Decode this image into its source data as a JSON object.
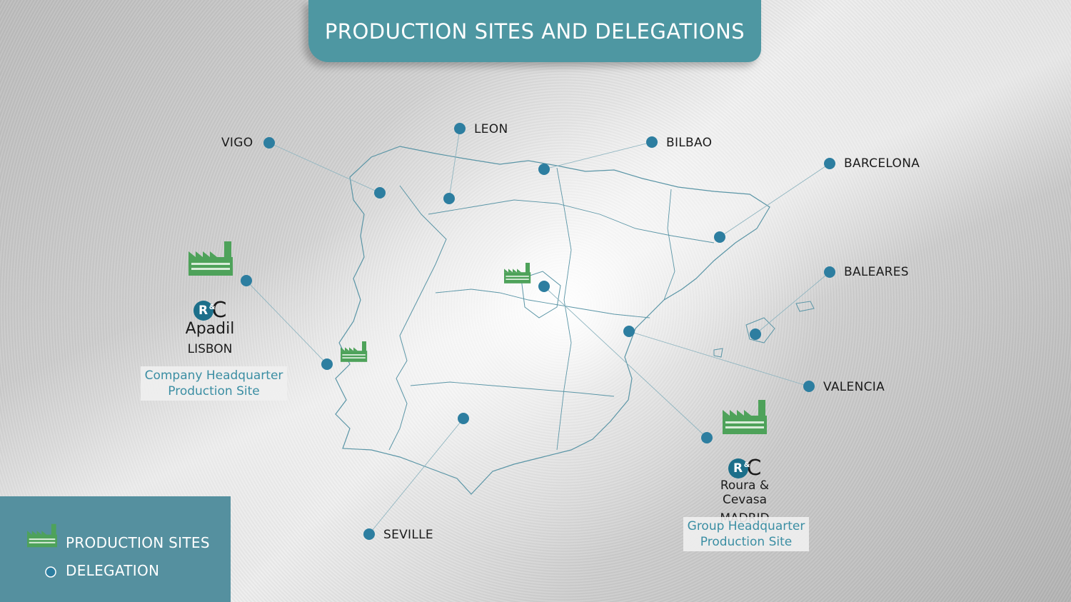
{
  "title": "PRODUCTION SITES AND DELEGATIONS",
  "colors": {
    "accent": "#4e97a2",
    "dot": "#2d7ea0",
    "factory": "#4ea25a",
    "legend_bg": "#55909f",
    "info_text": "#3b8ea3"
  },
  "cities": [
    {
      "label": "VIGO"
    },
    {
      "label": "LEON"
    },
    {
      "label": "BILBAO"
    },
    {
      "label": "BARCELONA"
    },
    {
      "label": "BALEARES"
    },
    {
      "label": "VALENCIA"
    },
    {
      "label": "SEVILLE"
    }
  ],
  "sites": {
    "lisbon": {
      "logo_r": "R",
      "logo_amp": "&",
      "logo_c": "C",
      "name": "Apadil",
      "city": "LISBON",
      "info_line1": "Company Headquarter",
      "info_line2": "Production Site"
    },
    "madrid": {
      "logo_r": "R",
      "logo_amp": "&",
      "logo_c": "C",
      "name": "Roura & Cevasa",
      "city": "MADRID",
      "info_line1": "Group Headquarter",
      "info_line2": "Production Site"
    }
  },
  "icons": {
    "production": "factory-icon",
    "delegation": "dot-icon"
  },
  "legend": {
    "production_label": "PRODUCTION SITES",
    "delegation_label": "DELEGATION"
  }
}
